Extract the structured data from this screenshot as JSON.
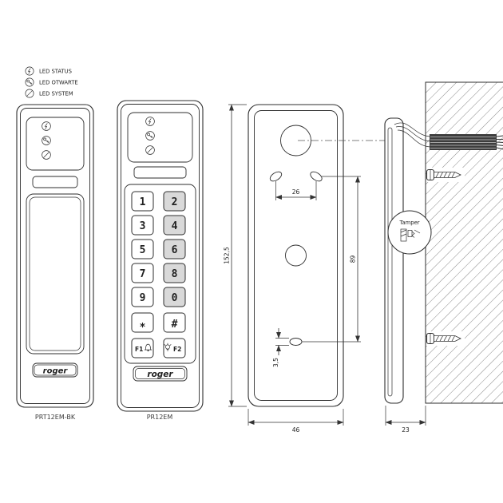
{
  "legend": {
    "items": [
      {
        "icon": "lightning-led-icon",
        "label": "LED STATUS"
      },
      {
        "icon": "key-led-icon",
        "label": "LED OTWARTE"
      },
      {
        "icon": "slash-led-icon",
        "label": "LED SYSTEM"
      }
    ]
  },
  "left_device": {
    "model": "PRT12EM-BK",
    "brand": "roger"
  },
  "middle_device": {
    "model": "PR12EM",
    "brand": "roger",
    "keys": [
      "1",
      "2",
      "3",
      "4",
      "5",
      "6",
      "7",
      "8",
      "9",
      "0",
      "*",
      "#",
      "F1",
      "F2"
    ]
  },
  "rear_view": {
    "dim_height": "152,5",
    "dim_top_hole_spacing": "26",
    "dim_hole_vertical_spacing": "89",
    "dim_slot_height": "3,5",
    "dim_width": "46"
  },
  "side_view": {
    "dim_depth": "23",
    "tamper_label": "Tamper"
  }
}
